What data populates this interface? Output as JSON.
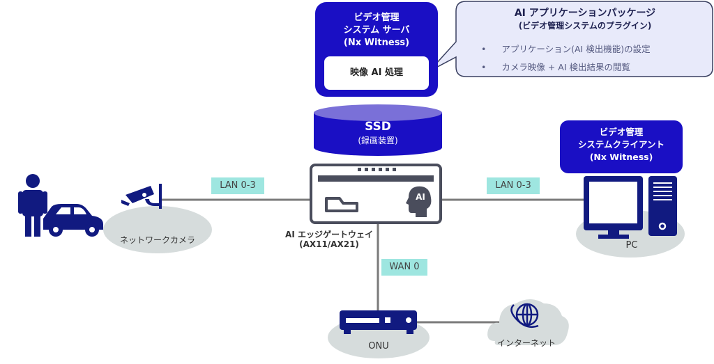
{
  "server": {
    "title_lines": [
      "ビデオ管理",
      "システム サーバ",
      "(Nx Witness)"
    ],
    "inner_label": "映像 AI 処理"
  },
  "callout": {
    "title": "AI アプリケーションパッケージ",
    "subtitle": "(ビデオ管理システムのプラグイン)",
    "bullets": [
      "アプリケーション(AI 検出機能)の設定",
      "カメラ映像 + AI 検出結果の閲覧"
    ]
  },
  "ssd": {
    "title": "SSD",
    "subtitle": "(録画装置)"
  },
  "gateway": {
    "line1": "AI エッジゲートウェイ",
    "line2": "(AX11/AX21)",
    "ai_badge": "AI"
  },
  "client": {
    "title_lines": [
      "ビデオ管理",
      "システムクライアント",
      "(Nx Witness)"
    ]
  },
  "links": {
    "lan_left": "LAN 0-3",
    "lan_right": "LAN 0-3",
    "wan": "WAN 0"
  },
  "nodes": {
    "camera": "ネットワークカメラ",
    "pc": "PC",
    "onu": "ONU",
    "internet": "インターネット"
  },
  "colors": {
    "navy": "#1a0fc4",
    "icon_navy": "#111a80",
    "tag": "#9ee6e0",
    "ellipse": "#d6dcdc",
    "line": "#777777",
    "callout_bg": "#e8eafa"
  }
}
